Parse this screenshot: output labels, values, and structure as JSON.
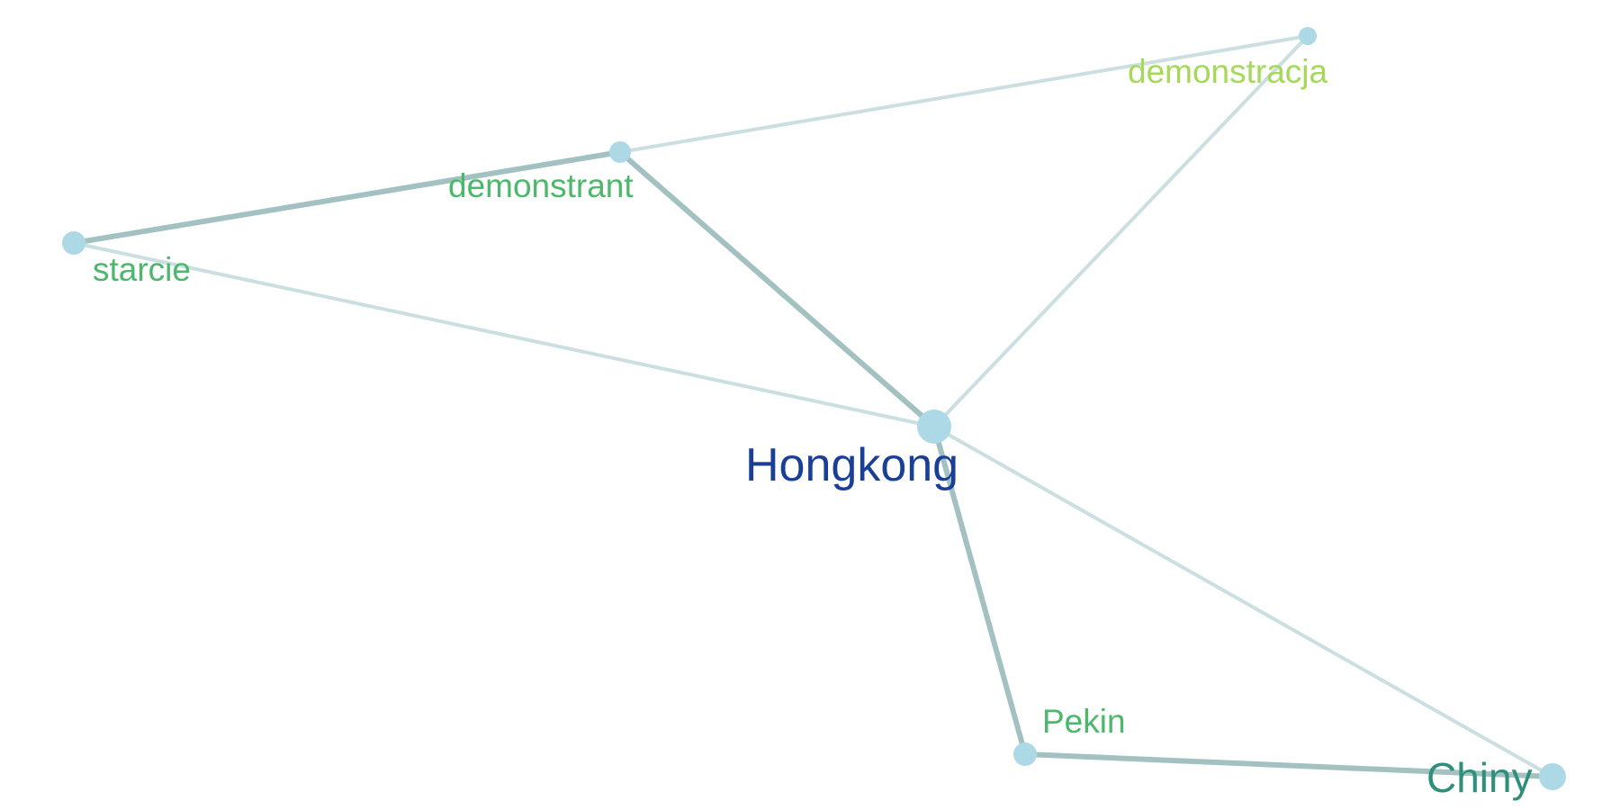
{
  "graph": {
    "node_color": "#add8e6",
    "nodes": [
      {
        "id": "hongkong",
        "label": "Hongkong",
        "color": "#1a3f96"
      },
      {
        "id": "demonstrant",
        "label": "demonstrant",
        "color": "#4db86c"
      },
      {
        "id": "demonstracja",
        "label": "demonstracja",
        "color": "#a6d85a"
      },
      {
        "id": "starcie",
        "label": "starcie",
        "color": "#4db86c"
      },
      {
        "id": "pekin",
        "label": "Pekin",
        "color": "#4db86c"
      },
      {
        "id": "chiny",
        "label": "Chiny",
        "color": "#2e8f7a"
      }
    ],
    "edges": [
      {
        "source": "demonstrant",
        "target": "demonstracja",
        "strength": "weak",
        "color": "#ccdfe0"
      },
      {
        "source": "starcie",
        "target": "demonstrant",
        "strength": "strong",
        "color": "#a4c1c1"
      },
      {
        "source": "demonstrant",
        "target": "hongkong",
        "strength": "strong",
        "color": "#a4c1c1"
      },
      {
        "source": "demonstracja",
        "target": "hongkong",
        "strength": "weak",
        "color": "#ccdfe0"
      },
      {
        "source": "starcie",
        "target": "hongkong",
        "strength": "weak",
        "color": "#ccdfe0"
      },
      {
        "source": "hongkong",
        "target": "pekin",
        "strength": "strong",
        "color": "#a4c1c1"
      },
      {
        "source": "hongkong",
        "target": "chiny",
        "strength": "weak",
        "color": "#ccdfe0"
      },
      {
        "source": "pekin",
        "target": "chiny",
        "strength": "strong",
        "color": "#a4c1c1"
      }
    ]
  }
}
